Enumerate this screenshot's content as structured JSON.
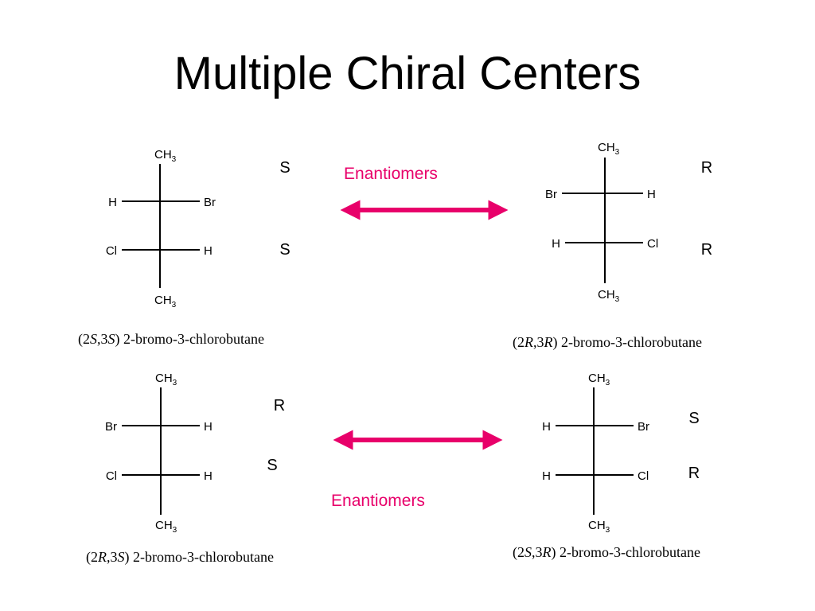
{
  "title": "Multiple Chiral Centers",
  "colors": {
    "arrow": "#e8006a",
    "label": "#e8006a",
    "text": "#000000"
  },
  "molecules": [
    {
      "id": "mol-2s3s",
      "top": "CH3",
      "bottom": "CH3",
      "c2": {
        "left": "H",
        "right": "Br",
        "config": "S"
      },
      "c3": {
        "left": "Cl",
        "right": "H",
        "config": "S"
      },
      "name": {
        "open": "(",
        "d1": "2",
        "c1": "S",
        "sep": ",",
        "d2": "3",
        "c2": "S",
        "close": ")",
        "rest": " 2-bromo-3-chlorobutane"
      }
    },
    {
      "id": "mol-2r3r",
      "top": "CH3",
      "bottom": "CH3",
      "c2": {
        "left": "Br",
        "right": "H",
        "config": "R"
      },
      "c3": {
        "left": "H",
        "right": "Cl",
        "config": "R"
      },
      "name": {
        "open": "(",
        "d1": "2",
        "c1": "R",
        "sep": ",",
        "d2": "3",
        "c2": "R",
        "close": ")",
        "rest": " 2-bromo-3-chlorobutane"
      }
    },
    {
      "id": "mol-2r3s",
      "top": "CH3",
      "bottom": "CH3",
      "c2": {
        "left": "Br",
        "right": "H",
        "config": "R"
      },
      "c3": {
        "left": "Cl",
        "right": "H",
        "config": "S"
      },
      "name": {
        "open": "(",
        "d1": "2",
        "c1": "R",
        "sep": ",",
        "d2": "3",
        "c2": "S",
        "close": ")",
        "rest": " 2-bromo-3-chlorobutane"
      }
    },
    {
      "id": "mol-2s3r",
      "top": "CH3",
      "bottom": "CH3",
      "c2": {
        "left": "H",
        "right": "Br",
        "config": "S"
      },
      "c3": {
        "left": "H",
        "right": "Cl",
        "config": "R"
      },
      "name": {
        "open": "(",
        "d1": "2",
        "c1": "S",
        "sep": ",",
        "d2": "3",
        "c2": "R",
        "close": ")",
        "rest": " 2-bromo-3-chlorobutane"
      }
    }
  ],
  "relations": [
    {
      "label": "Enantiomers"
    },
    {
      "label": "Enantiomers"
    }
  ]
}
